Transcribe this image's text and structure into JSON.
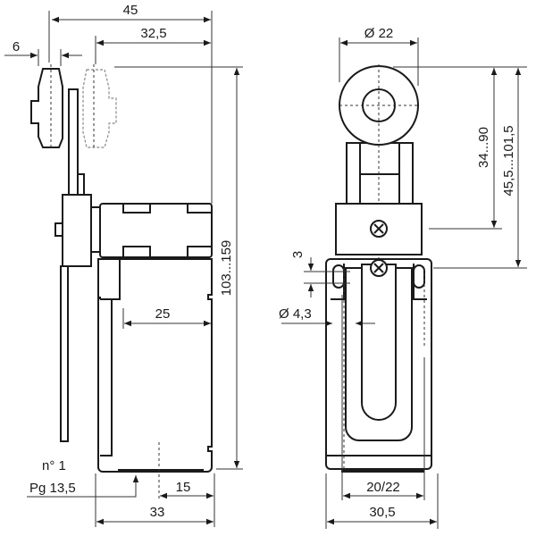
{
  "drawing": {
    "side_view": {
      "dim_overall_width": "45",
      "dim_lever_offset": "32,5",
      "dim_roller_width": "6",
      "dim_height_range": "103...159",
      "dim_body_depth": "25",
      "conduit_label_1": "n° 1",
      "conduit_label_2": "Pg 13,5",
      "dim_conduit_offset": "15",
      "dim_body_width": "33"
    },
    "front_view": {
      "dim_roller_diameter": "Ø 22",
      "dim_arm_range": "34...90",
      "dim_arm_total_range": "45,5...101,5",
      "dim_hole_offset": "3",
      "dim_hole_diameter": "Ø 4,3",
      "dim_hole_spacing": "20/22",
      "dim_body_width": "30,5"
    }
  }
}
